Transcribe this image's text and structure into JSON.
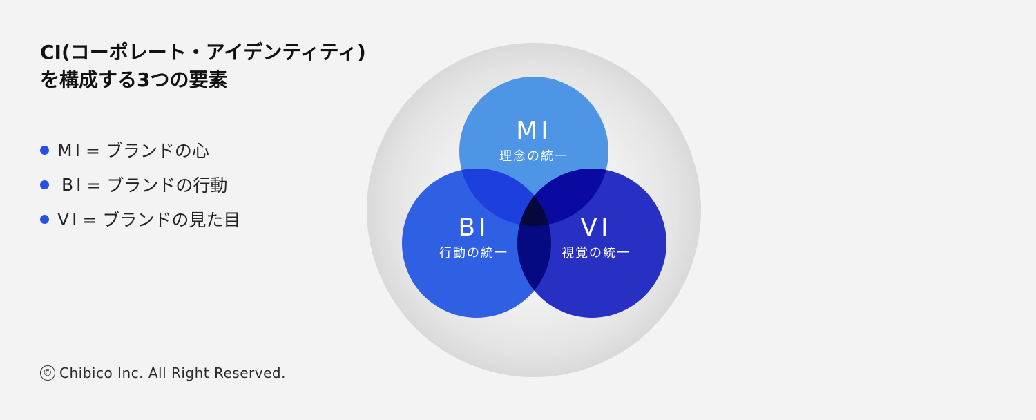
{
  "title": {
    "line1": "CI(コーポレート・アイデンティティ)",
    "line2": "を構成する3つの要素"
  },
  "bullets": [
    {
      "abbr": "MI",
      "text": "= ブランドの心"
    },
    {
      "abbr": "BI",
      "text": "= ブランドの行動"
    },
    {
      "abbr": "VI",
      "text": "= ブランドの見た目"
    }
  ],
  "copyright": {
    "icon": "©",
    "text": "Chibico Inc. All Right Reserved."
  },
  "diagram": {
    "circles": [
      {
        "id": "mi",
        "abbr": "MI",
        "label": "理念の統一"
      },
      {
        "id": "bi",
        "abbr": "BI",
        "label": "行動の統一"
      },
      {
        "id": "vi",
        "abbr": "VI",
        "label": "視覚の統一"
      }
    ]
  },
  "colors": {
    "background": "#f3f3f3",
    "bullet": "#2450e6",
    "mi": "#4f95e6",
    "bi": "#2f5fe3",
    "vi": "#2730c2",
    "mi_bi_overlap": "#1c3fde",
    "mi_vi_overlap": "#0a0aa0",
    "bi_vi_overlap": "#050a80",
    "center_overlap": "#05083c",
    "outer_sphere": "#e6e6e6"
  }
}
